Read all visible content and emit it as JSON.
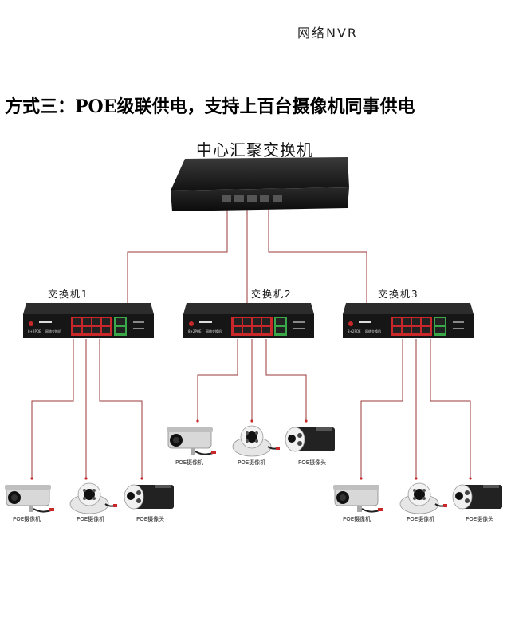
{
  "header": {
    "top_label": "网络NVR",
    "title": "方式三：POE级联供电，支持上百台摄像机同事供电"
  },
  "core": {
    "label": "中心汇聚交换机"
  },
  "switches": [
    {
      "label": "交换机1",
      "brand_text": "8+2POE",
      "brand_sub": "网络交换机"
    },
    {
      "label": "交换机2",
      "brand_text": "8+2POE",
      "brand_sub": "网络交换机"
    },
    {
      "label": "交换机3",
      "brand_text": "8+2POE",
      "brand_sub": "网络交换机"
    }
  ],
  "cameras": {
    "group1": [
      "POE摄像机",
      "POE摄像机",
      "POE摄像头"
    ],
    "group2": [
      "POE摄像机",
      "POE摄像机",
      "POE摄像头"
    ],
    "group3": [
      "POE摄像机",
      "POE摄像机",
      "POE摄像头"
    ]
  },
  "colors": {
    "wire": "#9a3a3a",
    "port_red": "#c8282a",
    "port_green": "#3aa84a",
    "device_dark": "#1a1a1a"
  }
}
